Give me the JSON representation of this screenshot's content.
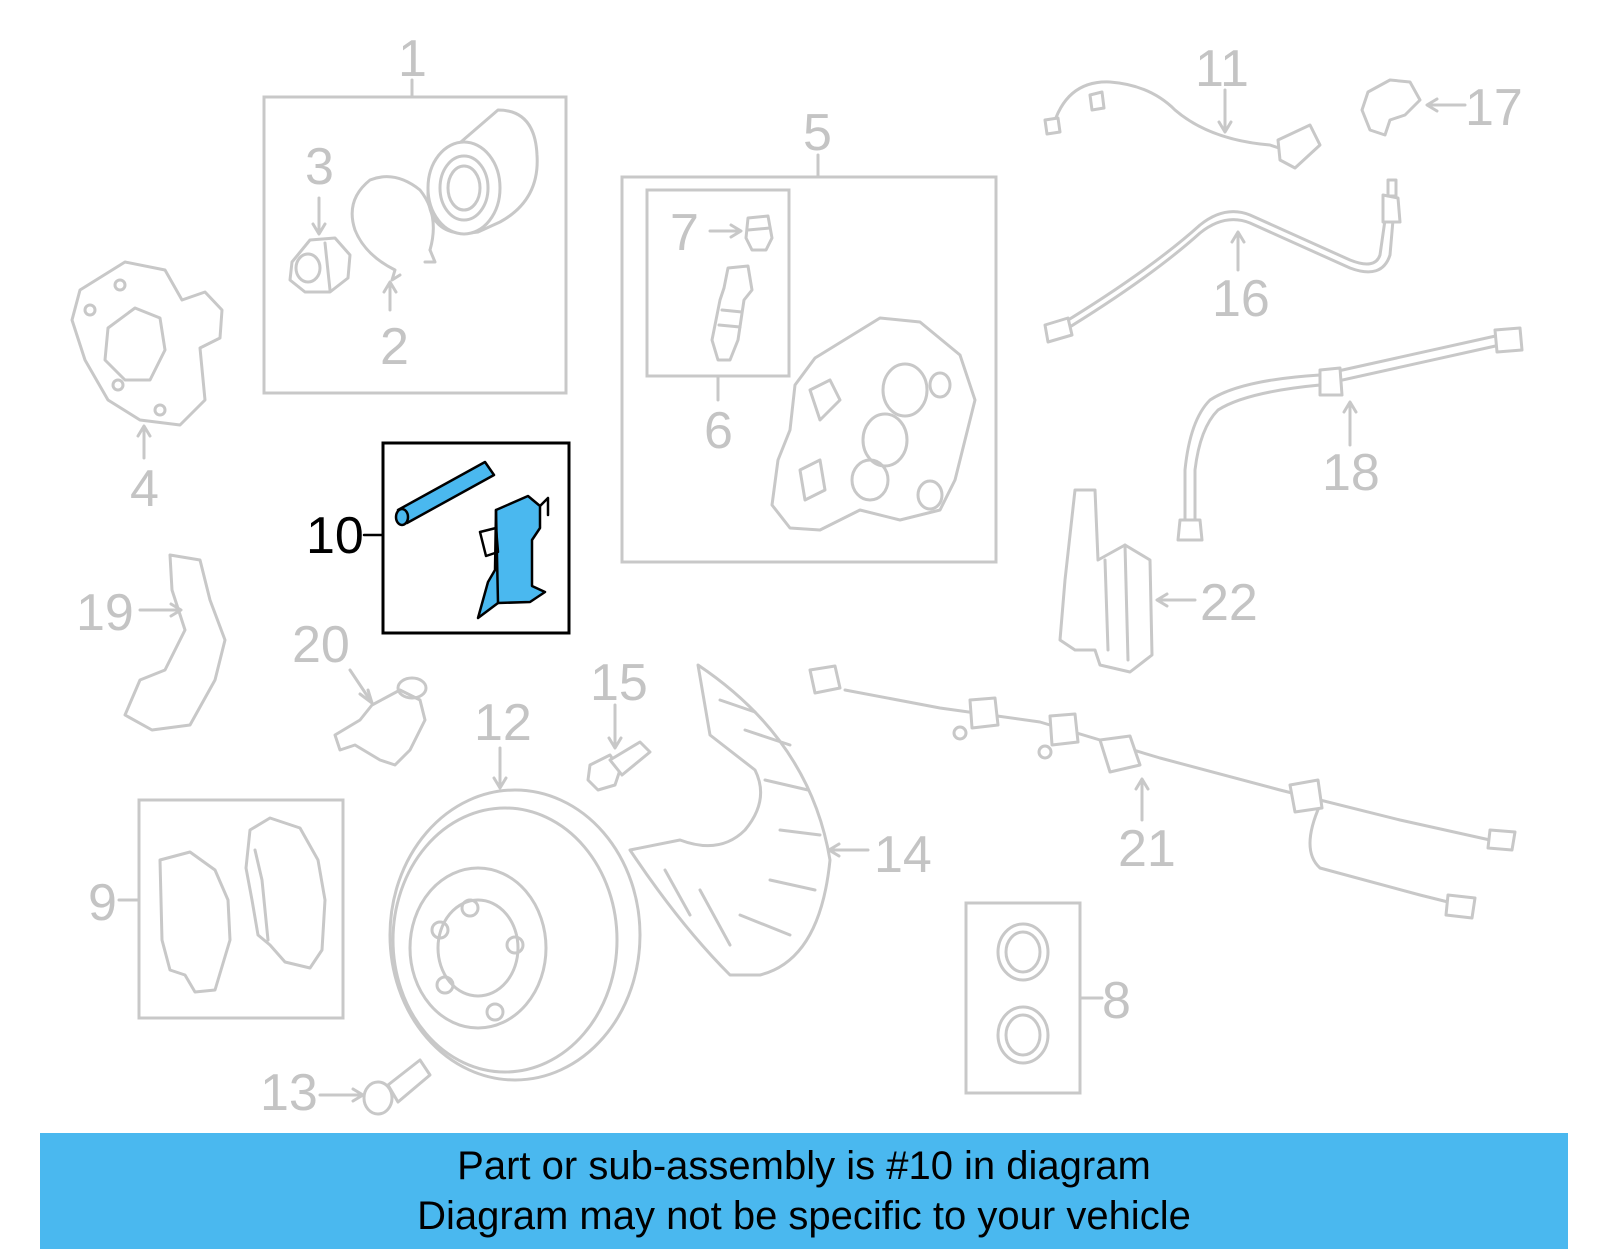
{
  "colors": {
    "highlight": "#4ab8ef",
    "banner": "#4ab8ef",
    "faded": "#c8c8c8",
    "ink": "#000000"
  },
  "highlighted_callout": "10",
  "callouts": {
    "c1": "1",
    "c2": "2",
    "c3": "3",
    "c4": "4",
    "c5": "5",
    "c6": "6",
    "c7": "7",
    "c8": "8",
    "c9": "9",
    "c10": "10",
    "c11": "11",
    "c12": "12",
    "c13": "13",
    "c14": "14",
    "c15": "15",
    "c16": "16",
    "c17": "17",
    "c18": "18",
    "c19": "19",
    "c20": "20",
    "c21": "21",
    "c22": "22"
  },
  "banner": {
    "line1": "Part or sub-assembly is #10 in diagram",
    "line2": "Diagram may not be specific to your vehicle"
  }
}
